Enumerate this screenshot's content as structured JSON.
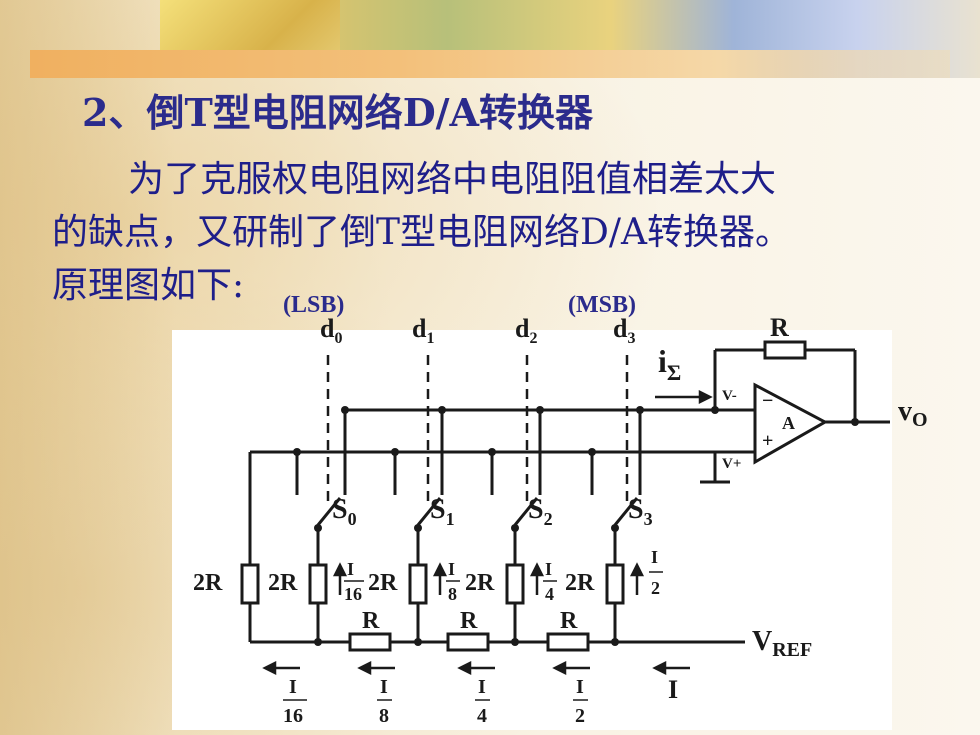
{
  "title": "2、倒T型电阻网络D/A转换器",
  "paragraph": {
    "line1": "为了克服权电阻网络中电阻阻值相差太大",
    "line2": "的缺点，又研制了倒T型电阻网络D/A转换器。",
    "line3": "原理图如下:"
  },
  "diagram": {
    "lsb": "(LSB)",
    "msb": "(MSB)",
    "d0": "d",
    "d0_sub": "0",
    "d1": "d",
    "d1_sub": "1",
    "d2": "d",
    "d2_sub": "2",
    "d3": "d",
    "d3_sub": "3",
    "feedback_r": "R",
    "i_sigma": "i",
    "i_sigma_sub": "Σ",
    "v_minus": "V-",
    "v_plus": "V+",
    "opamp": "A",
    "vo": "v",
    "vo_sub": "O",
    "s0": "S",
    "s0_sub": "0",
    "s1": "S",
    "s1_sub": "1",
    "s2": "S",
    "s2_sub": "2",
    "s3": "S",
    "s3_sub": "3",
    "r2_term": "2R",
    "r2_0": "2R",
    "r2_1": "2R",
    "r2_2": "2R",
    "r2_3": "2R",
    "i16_num": "I",
    "i16_den": "16",
    "i8_num": "I",
    "i8_den": "8",
    "i4_num": "I",
    "i4_den": "4",
    "i2_num": "I",
    "i2_den": "2",
    "r_a": "R",
    "r_b": "R",
    "r_c": "R",
    "vref": "V",
    "vref_sub": "REF",
    "b16_num": "I",
    "b16_den": "16",
    "b8_num": "I",
    "b8_den": "8",
    "b4_num": "I",
    "b4_den": "4",
    "b2_num": "I",
    "b2_den": "2",
    "b_i": "I"
  }
}
